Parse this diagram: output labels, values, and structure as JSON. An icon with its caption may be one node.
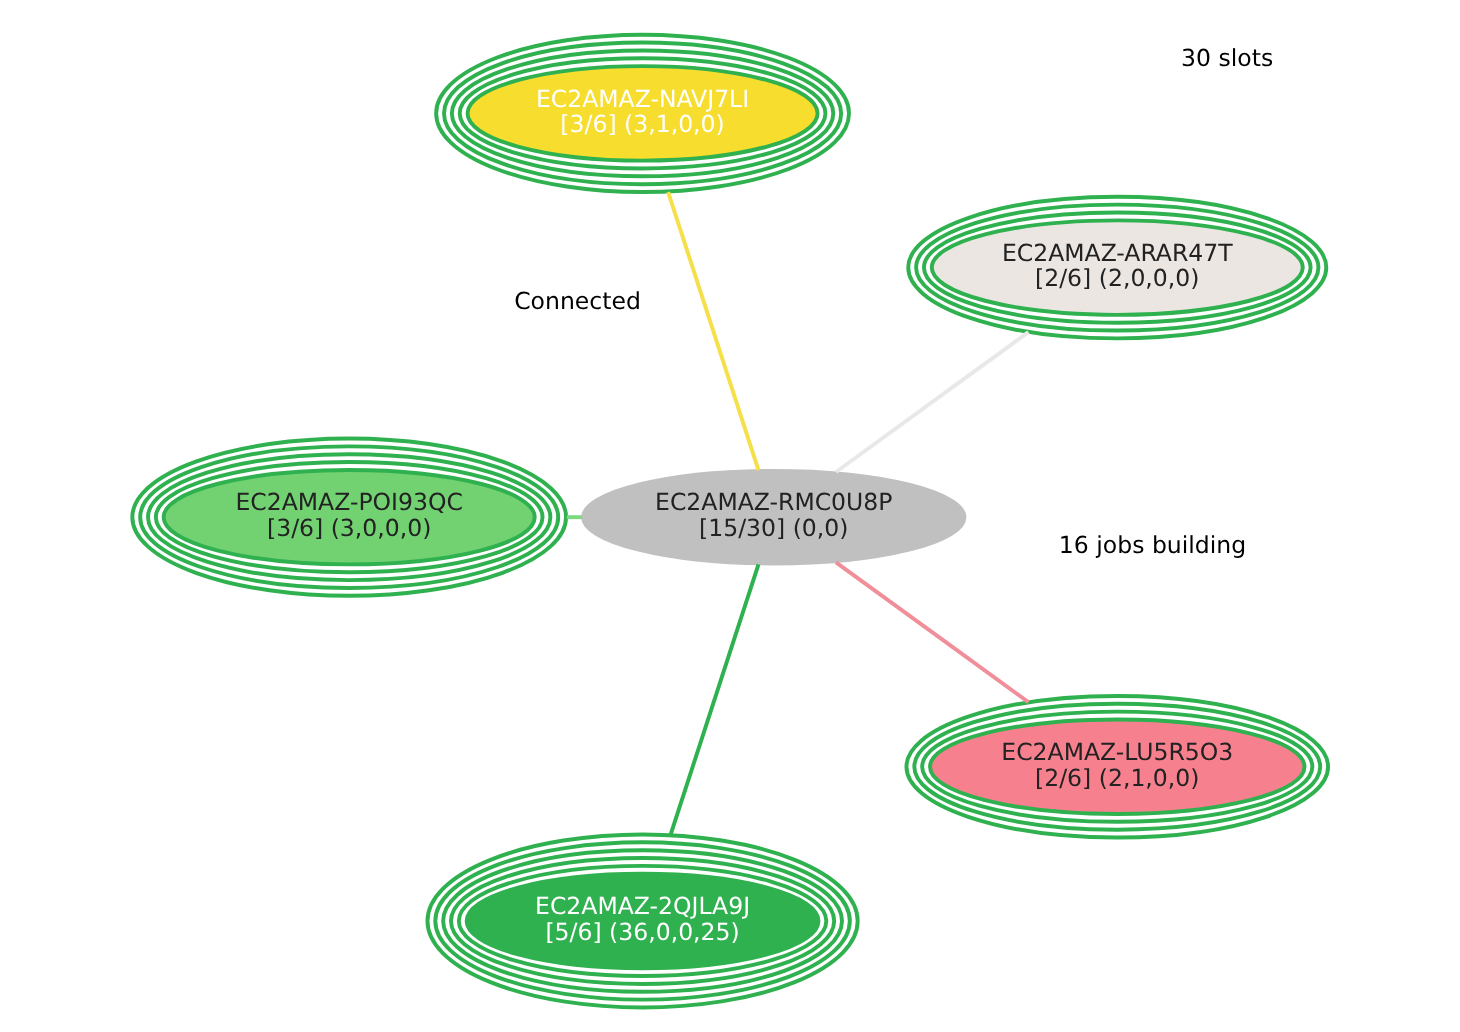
{
  "diagram": {
    "nodes": [
      {
        "text": [
          "EC2AMAZ-ARAR47T",
          "[2/6] (2,0,0,0)"
        ]
      },
      {
        "text": [
          "EC2AMAZ-NAVJ7LI",
          "[3/6] (3,1,0,0)"
        ]
      },
      {
        "text": [
          "EC2AMAZ-RMC0U8P",
          "[15/30] (0,0)"
        ]
      },
      {
        "text": [
          "EC2AMAZ-POI93QC",
          "[3/6] (3,0,0,0)"
        ]
      },
      {
        "text": [
          "EC2AMAZ-2QJLA9J",
          "[5/6] (36,0,0,25)"
        ]
      },
      {
        "text": [
          "EC2AMAZ-LU5R5O3",
          "[2/6] (2,1,0,0)"
        ]
      }
    ],
    "edges": [
      {
        "from": 2,
        "to": 0,
        "arrow": "none",
        "color": "#e8e8e8"
      },
      {
        "from": 2,
        "to": 1,
        "arrow": "none",
        "color": "#f5e04a"
      },
      {
        "from": 2,
        "to": 3,
        "arrow": "none",
        "color": "#7ed87e"
      },
      {
        "from": 2,
        "to": 4,
        "arrow": "none",
        "color": "#2fb14f"
      },
      {
        "from": 2,
        "to": 5,
        "arrow": "none",
        "color": "#f08f9a"
      }
    ],
    "labels": [
      "Connected",
      "30 slots",
      "16 jobs building"
    ]
  }
}
